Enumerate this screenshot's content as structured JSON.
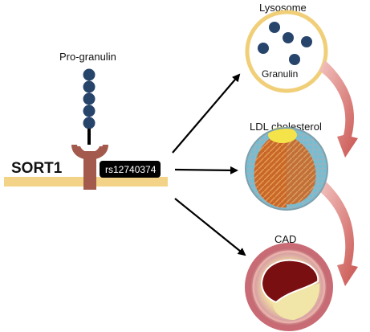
{
  "labels": {
    "progranulin": "Pro-granulin",
    "sort1": "SORT1",
    "snp": "rs12740374",
    "lysosome": "Lysosome",
    "granulin": "Granulin",
    "ldl": "LDL cholesterol",
    "cad": "CAD"
  },
  "colors": {
    "bead": "#27456b",
    "receptor": "#a35a4c",
    "membrane": "#f2d387",
    "lysosome_ring": "#f0cf78",
    "curve_arrow": "#c9534f",
    "snp_box": "#000000"
  }
}
